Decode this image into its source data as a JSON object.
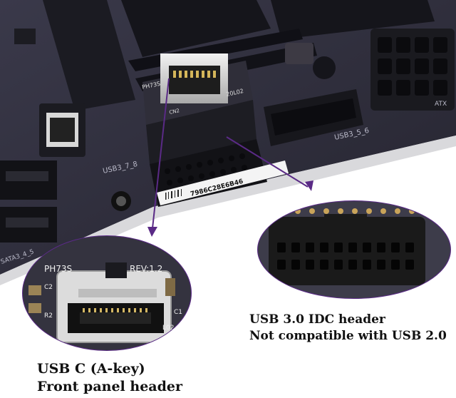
{
  "board_labels": {
    "usb3_7_8": "USB3_7_8",
    "usb3_5_6": "USB3_5_6",
    "sata": "SATA3_4_5",
    "serial": "7986C28E6B46",
    "atx": "ATX"
  },
  "adapter_labels": {
    "model": "PH73S",
    "rev": "REV:1.2",
    "cn2": "CN2",
    "code": "20L02",
    "c2": "C2",
    "r2": "R2",
    "c1": "C1",
    "l02": "L02"
  },
  "captions": {
    "usb3_line1": "USB 3.0 IDC header",
    "usb3_line2": "Not compatible with USB 2.0",
    "usbc_line1": "USB C (A-key)",
    "usbc_line2": "Front panel header"
  },
  "colors": {
    "pcb": "#2c2b3a",
    "arrow": "#5a2a86",
    "header_black": "#1a1a1a"
  }
}
